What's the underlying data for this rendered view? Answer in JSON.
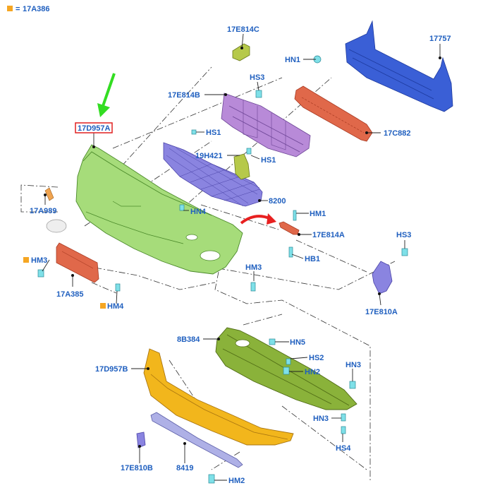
{
  "legend": {
    "symbol": "orange-square",
    "equals": "=",
    "code": "17A386"
  },
  "labels": {
    "p17A386": "17A386",
    "p17E814C": "17E814C",
    "pHN1": "HN1",
    "p17757": "17757",
    "pHS3_top": "HS3",
    "p17E814B": "17E814B",
    "p17D957A": "17D957A",
    "pHS1_a": "HS1",
    "p17C882": "17C882",
    "p19H421": "19H421",
    "pHS1_b": "HS1",
    "p8200": "8200",
    "p17A989": "17A989",
    "pHN4": "HN4",
    "pHM1": "HM1",
    "p17E814A": "17E814A",
    "pHS3_right": "HS3",
    "pHB1": "HB1",
    "pHM3_left": "HM3",
    "pHM3_mid": "HM3",
    "p17A385": "17A385",
    "pHM4": "HM4",
    "p17E810A": "17E810A",
    "p8B384": "8B384",
    "pHN5": "HN5",
    "p17D957B": "17D957B",
    "pHS2": "HS2",
    "pHN2": "HN2",
    "pHN3_a": "HN3",
    "pHN3_b": "HN3",
    "pHS4": "HS4",
    "p17E810B": "17E810B",
    "p8419": "8419",
    "pHM2": "HM2"
  },
  "colors": {
    "label_text": "#1f5fbf",
    "highlight_box": "#e02020",
    "pointer_arrow": "#33dd22",
    "curved_arrow": "#e82020",
    "legend_square": "#f5a623"
  }
}
